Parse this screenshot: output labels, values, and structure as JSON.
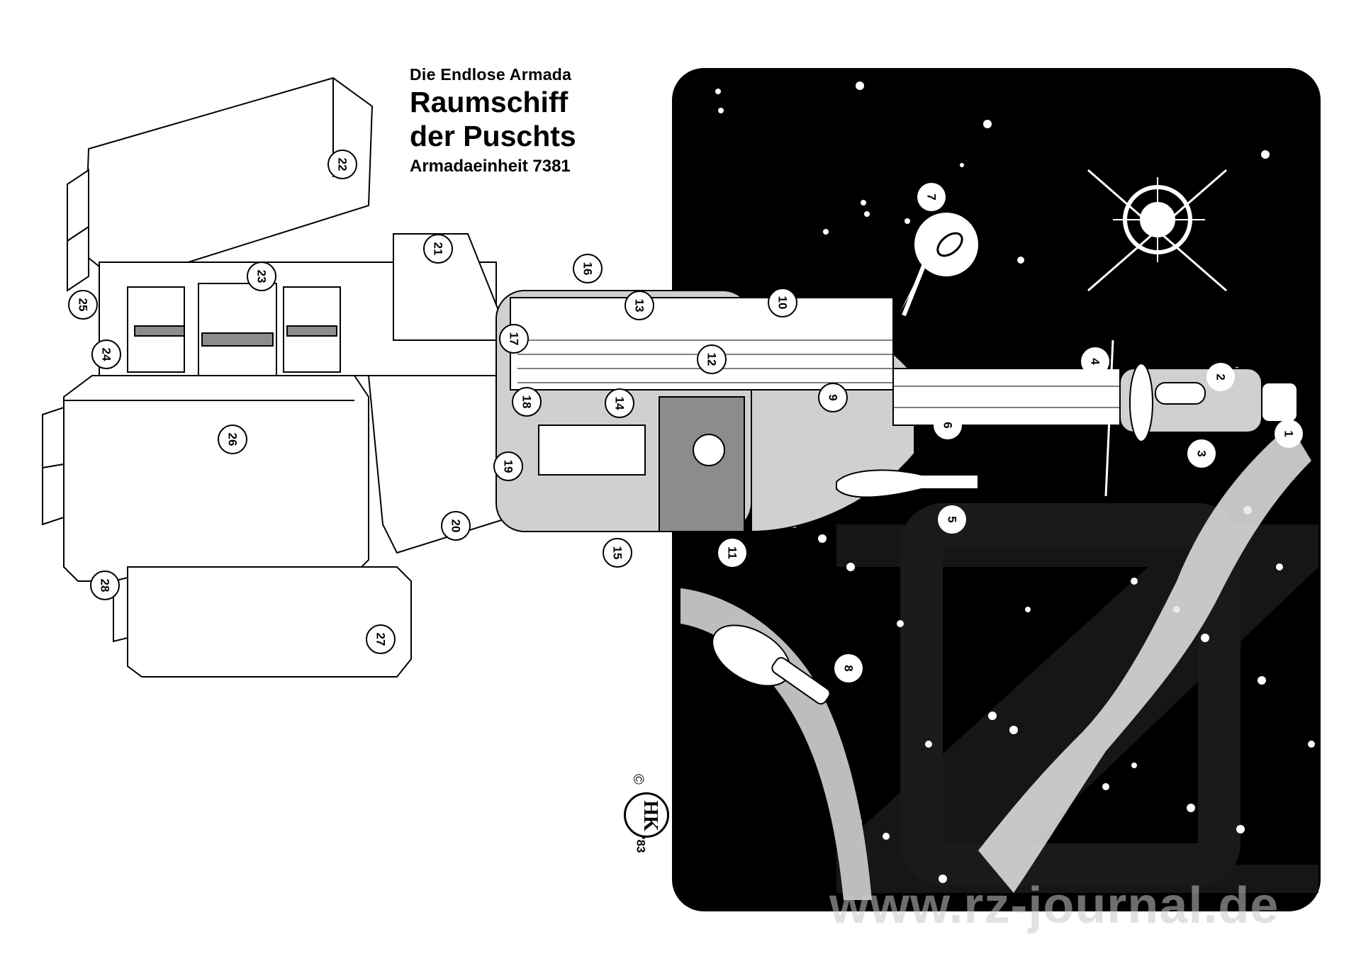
{
  "header": {
    "series": "Die Endlose Armada",
    "title_line1": "Raumschiff",
    "title_line2": "der Puschts",
    "unit": "Armadaeinheit 7381"
  },
  "callouts": [
    "1",
    "2",
    "3",
    "4",
    "5",
    "6",
    "7",
    "8",
    "9",
    "10",
    "11",
    "12",
    "13",
    "14",
    "15",
    "16",
    "17",
    "18",
    "19",
    "20",
    "21",
    "22",
    "23",
    "24",
    "25",
    "26",
    "27",
    "28"
  ],
  "signature": {
    "copyright": "©",
    "initials": "HK",
    "year": "'83"
  },
  "watermark": "www.rz-journal.de",
  "colors": {
    "space": "#000000",
    "paper": "#ffffff",
    "hull_light": "#d0d0d0",
    "hull_mid": "#8c8c8c",
    "watermark": "#c8c8c8"
  }
}
